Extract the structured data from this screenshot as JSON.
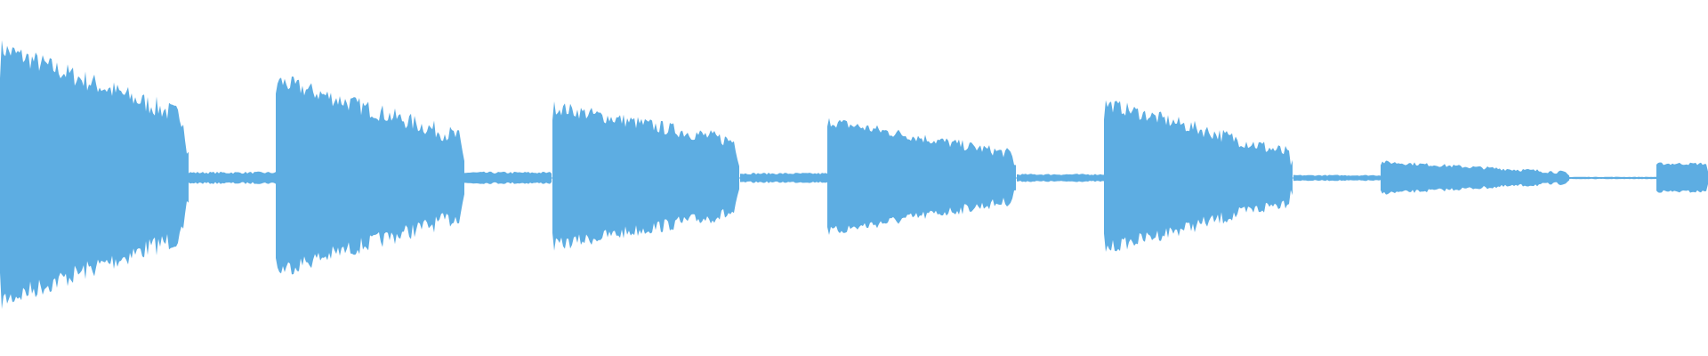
{
  "waveform": {
    "color": "#5dade2",
    "background": "#ffffff",
    "segments": [
      {
        "type": "note",
        "peak": 0.73,
        "end_level": 0.33,
        "jitter": 0.06
      },
      {
        "type": "sustain",
        "level": 0.03
      },
      {
        "type": "note",
        "peak": 0.55,
        "end_level": 0.22,
        "jitter": 0.05
      },
      {
        "type": "sustain",
        "level": 0.03
      },
      {
        "type": "note",
        "peak": 0.4,
        "end_level": 0.2,
        "jitter": 0.04
      },
      {
        "type": "sustain",
        "level": 0.025
      },
      {
        "type": "note",
        "peak": 0.32,
        "end_level": 0.13,
        "jitter": 0.03
      },
      {
        "type": "sustain",
        "level": 0.02
      },
      {
        "type": "note",
        "peak": 0.42,
        "end_level": 0.13,
        "jitter": 0.04
      },
      {
        "type": "sustain",
        "level": 0.015
      },
      {
        "type": "note",
        "peak": 0.09,
        "end_level": 0.03,
        "jitter": 0.01
      },
      {
        "type": "sustain",
        "level": 0.006
      },
      {
        "type": "note",
        "peak": 0.08,
        "end_level": 0.08,
        "jitter": 0.008
      }
    ]
  }
}
